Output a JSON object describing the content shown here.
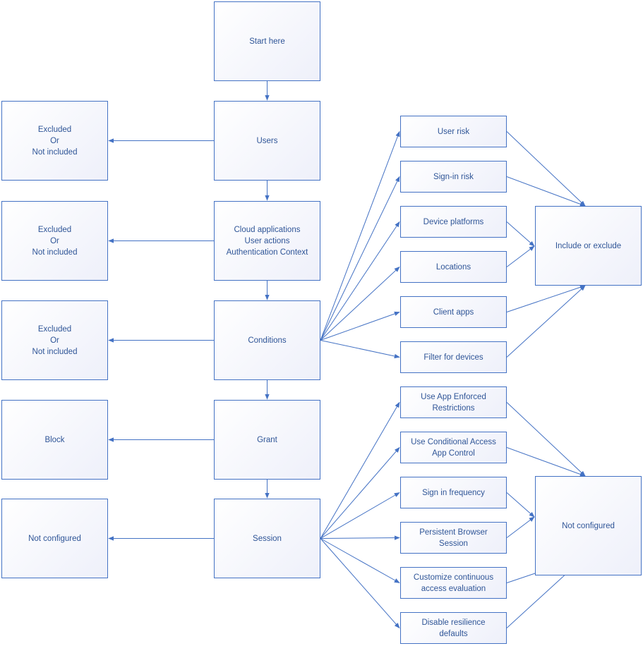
{
  "colors": {
    "stroke": "#4472c4",
    "text": "#2f5597"
  },
  "main_flow": {
    "start": {
      "lines": [
        "Start here"
      ]
    },
    "users": {
      "lines": [
        "Users"
      ]
    },
    "cloud": {
      "lines": [
        "Cloud applications",
        "User actions",
        "Authentication Context"
      ]
    },
    "conditions": {
      "lines": [
        "Conditions"
      ]
    },
    "grant": {
      "lines": [
        "Grant"
      ]
    },
    "session": {
      "lines": [
        "Session"
      ]
    }
  },
  "left_outcomes": {
    "users_out": {
      "lines": [
        "Excluded",
        "Or",
        "Not included"
      ]
    },
    "cloud_out": {
      "lines": [
        "Excluded",
        "Or",
        "Not included"
      ]
    },
    "conditions_out": {
      "lines": [
        "Excluded",
        "Or",
        "Not included"
      ]
    },
    "grant_out": {
      "lines": [
        "Block"
      ]
    },
    "session_out": {
      "lines": [
        "Not configured"
      ]
    }
  },
  "condition_items": [
    {
      "lines": [
        "User risk"
      ]
    },
    {
      "lines": [
        "Sign-in risk"
      ]
    },
    {
      "lines": [
        "Device platforms"
      ]
    },
    {
      "lines": [
        "Locations"
      ]
    },
    {
      "lines": [
        "Client apps"
      ]
    },
    {
      "lines": [
        "Filter for devices"
      ]
    }
  ],
  "condition_result": {
    "lines": [
      "Include or exclude"
    ]
  },
  "session_items": [
    {
      "lines": [
        "Use App Enforced",
        "Restrictions"
      ]
    },
    {
      "lines": [
        "Use Conditional Access",
        "App Control"
      ]
    },
    {
      "lines": [
        "Sign in frequency"
      ]
    },
    {
      "lines": [
        "Persistent Browser",
        "Session"
      ]
    },
    {
      "lines": [
        "Customize continuous",
        "access evaluation"
      ]
    },
    {
      "lines": [
        "Disable resilience",
        "defaults"
      ]
    }
  ],
  "session_result": {
    "lines": [
      "Not configured"
    ]
  }
}
